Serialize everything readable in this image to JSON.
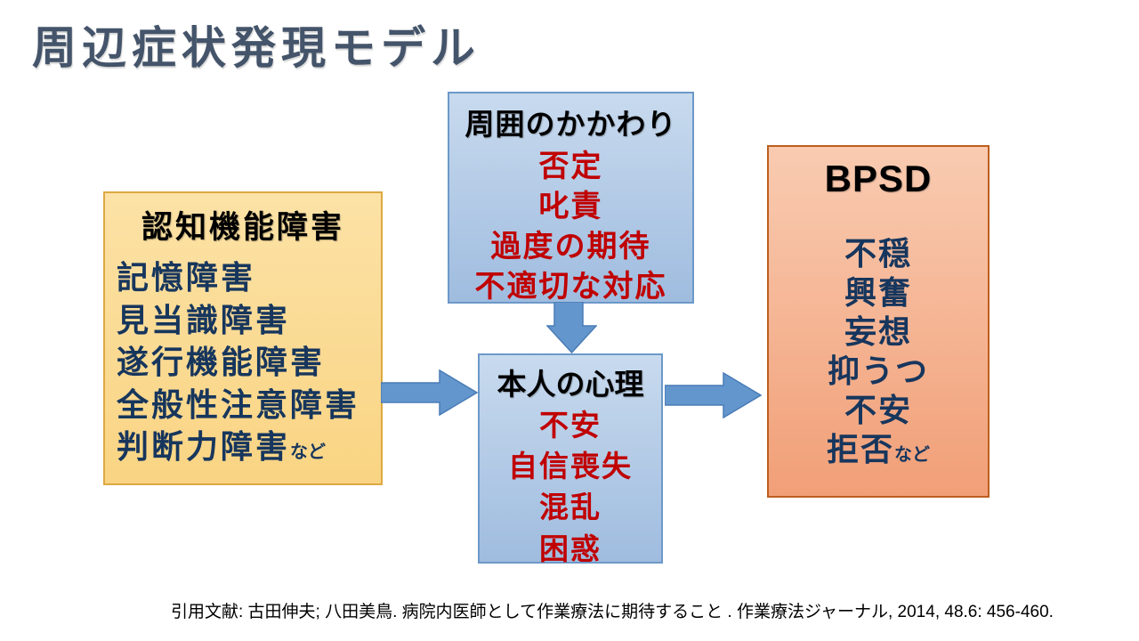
{
  "title": "周辺症状発現モデル",
  "boxes": {
    "cognitive": {
      "header": "認知機能障害",
      "items": [
        "記憶障害",
        "見当識障害",
        "遂行機能障害",
        "全般性注意障害",
        "判断力障害"
      ],
      "suffix": "など"
    },
    "surroundings": {
      "header": "周囲のかかわり",
      "items": [
        "否定",
        "叱責",
        "過度の期待",
        "不適切な対応"
      ]
    },
    "psychology": {
      "header": "本人の心理",
      "items": [
        "不安",
        "自信喪失",
        "混乱",
        "困惑"
      ]
    },
    "bpsd": {
      "header": "BPSD",
      "items": [
        "不穏",
        "興奮",
        "妄想",
        "抑うつ",
        "不安",
        "拒否"
      ],
      "suffix": "など"
    }
  },
  "citation": "引用文献: 古田伸夫; 八田美鳥. 病院内医師として作業療法に期待すること . 作業療法ジャーナル, 2014, 48.6: 456-460.",
  "colors": {
    "title_text": "#44546A",
    "navy_text": "#17365D",
    "red_text": "#C00000",
    "yellow_fill_top": "#FCE2A6",
    "yellow_fill_bottom": "#F9D483",
    "yellow_border": "#DCA943",
    "blue_fill_top": "#C8DAEE",
    "blue_fill_bottom": "#9FBCDF",
    "blue_border": "#6C98C9",
    "orange_fill_top": "#F9CBB1",
    "orange_fill_bottom": "#F19F77",
    "orange_border": "#BE5E1E",
    "arrow_fill": "#6496CE",
    "arrow_stroke": "#4A7CB5"
  }
}
